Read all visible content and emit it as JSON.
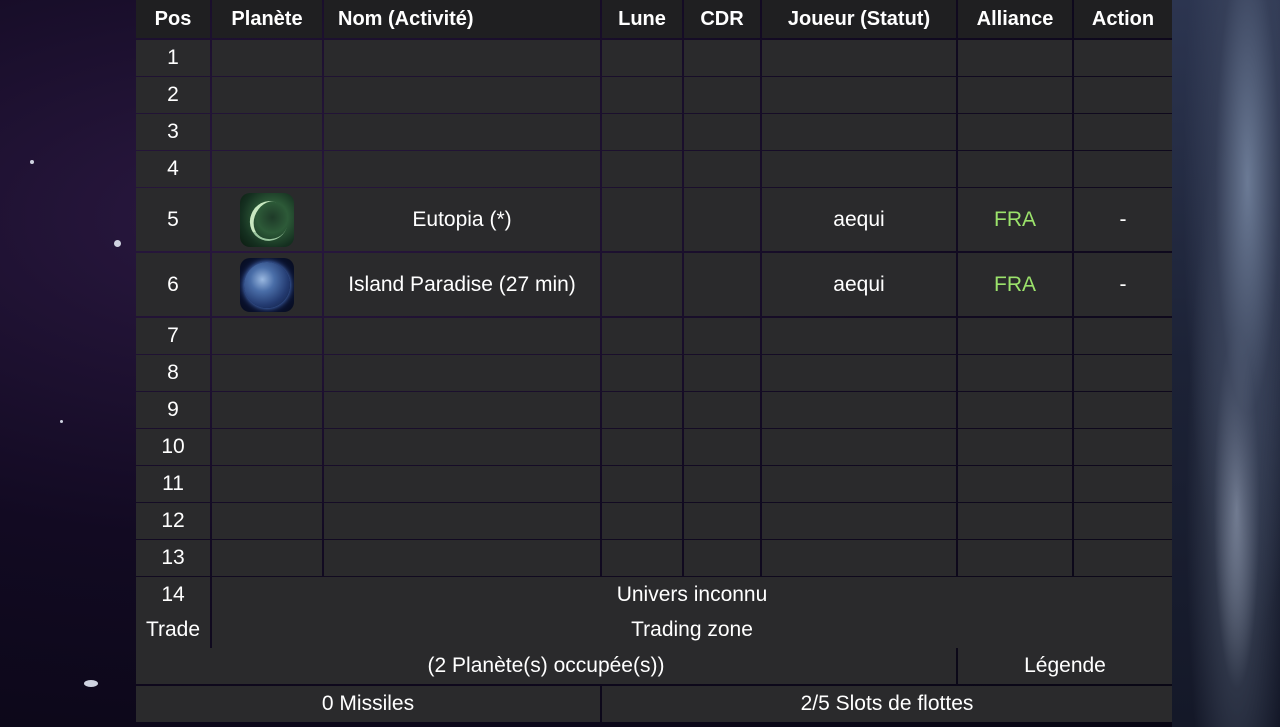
{
  "header": {
    "pos": "Pos",
    "planet": "Planète",
    "name": "Nom (Activité)",
    "moon": "Lune",
    "debris": "CDR",
    "player": "Joueur (Statut)",
    "alliance": "Alliance",
    "action": "Action"
  },
  "rows": [
    {
      "pos": "1"
    },
    {
      "pos": "2"
    },
    {
      "pos": "3"
    },
    {
      "pos": "4"
    },
    {
      "pos": "5",
      "planet_icon": "green-moon-planet-icon",
      "name": "Eutopia (*)",
      "player": "aequi",
      "alliance": "FRA",
      "action": "-"
    },
    {
      "pos": "6",
      "planet_icon": "blue-earth-planet-icon",
      "name": "Island Paradise (27 min)",
      "player": "aequi",
      "alliance": "FRA",
      "action": "-"
    },
    {
      "pos": "7"
    },
    {
      "pos": "8"
    },
    {
      "pos": "9"
    },
    {
      "pos": "10"
    },
    {
      "pos": "11"
    },
    {
      "pos": "12"
    },
    {
      "pos": "13"
    }
  ],
  "special_rows": [
    {
      "pos": "14",
      "label": "Univers inconnu"
    },
    {
      "pos": "Trade",
      "label": "Trading zone"
    }
  ],
  "footer": {
    "occupied": "(2 Planète(s) occupée(s))",
    "legend": "Légende",
    "missiles": "0 Missiles",
    "fleet_slots": "2/5 Slots de flottes"
  },
  "colors": {
    "alliance": "#9be26b",
    "cell_bg": "#2a2a2c"
  }
}
